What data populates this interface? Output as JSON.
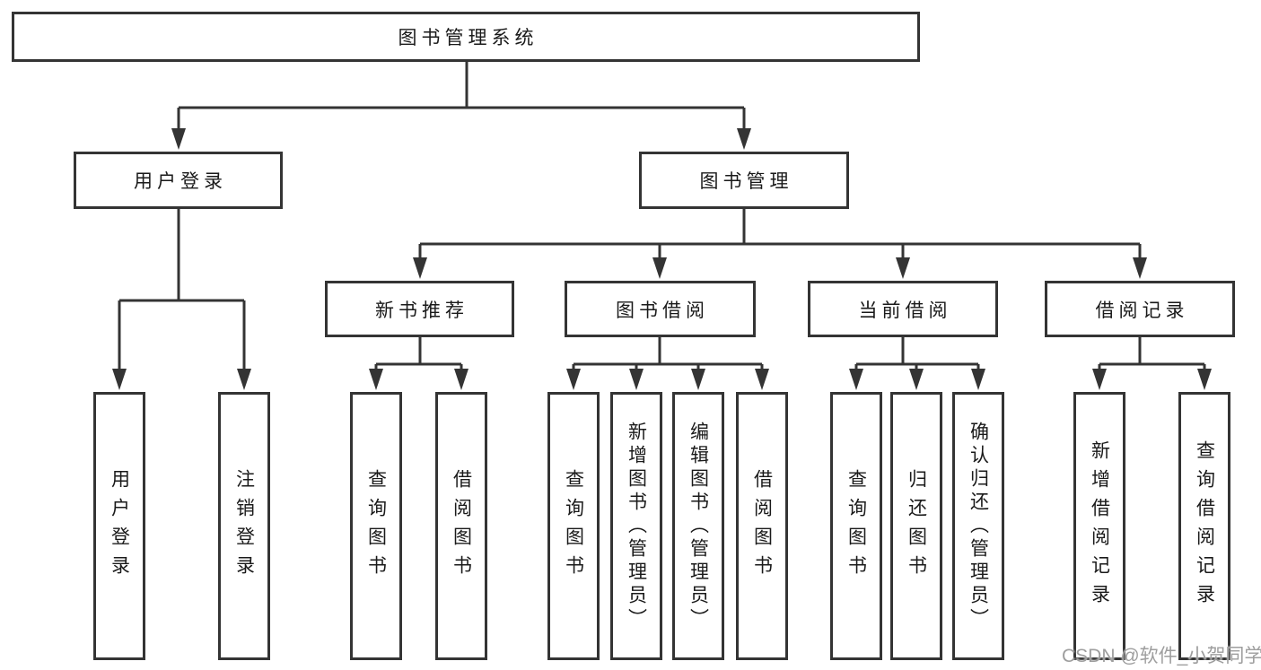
{
  "diagram": {
    "root": {
      "label": "图书管理系统"
    },
    "level2": [
      {
        "label": "用户登录"
      },
      {
        "label": "图书管理"
      }
    ],
    "level3": [
      {
        "label": "新书推荐"
      },
      {
        "label": "图书借阅"
      },
      {
        "label": "当前借阅"
      },
      {
        "label": "借阅记录"
      }
    ],
    "leaves": [
      {
        "label": "用户登录"
      },
      {
        "label": "注销登录"
      },
      {
        "label": "查询图书"
      },
      {
        "label": "借阅图书"
      },
      {
        "label": "查询图书"
      },
      {
        "label": "新增图书（管理员）"
      },
      {
        "label": "编辑图书（管理员）"
      },
      {
        "label": "借阅图书"
      },
      {
        "label": "查询图书"
      },
      {
        "label": "归还图书"
      },
      {
        "label": "确认归还（管理员）"
      },
      {
        "label": "新增借阅记录"
      },
      {
        "label": "查询借阅记录"
      }
    ]
  },
  "watermark": {
    "text": "CSDN @软件_小贺同学"
  },
  "colors": {
    "line": "#343434",
    "text": "#1a1a1a",
    "watermark": "#9e9e9e",
    "background": "#ffffff"
  }
}
